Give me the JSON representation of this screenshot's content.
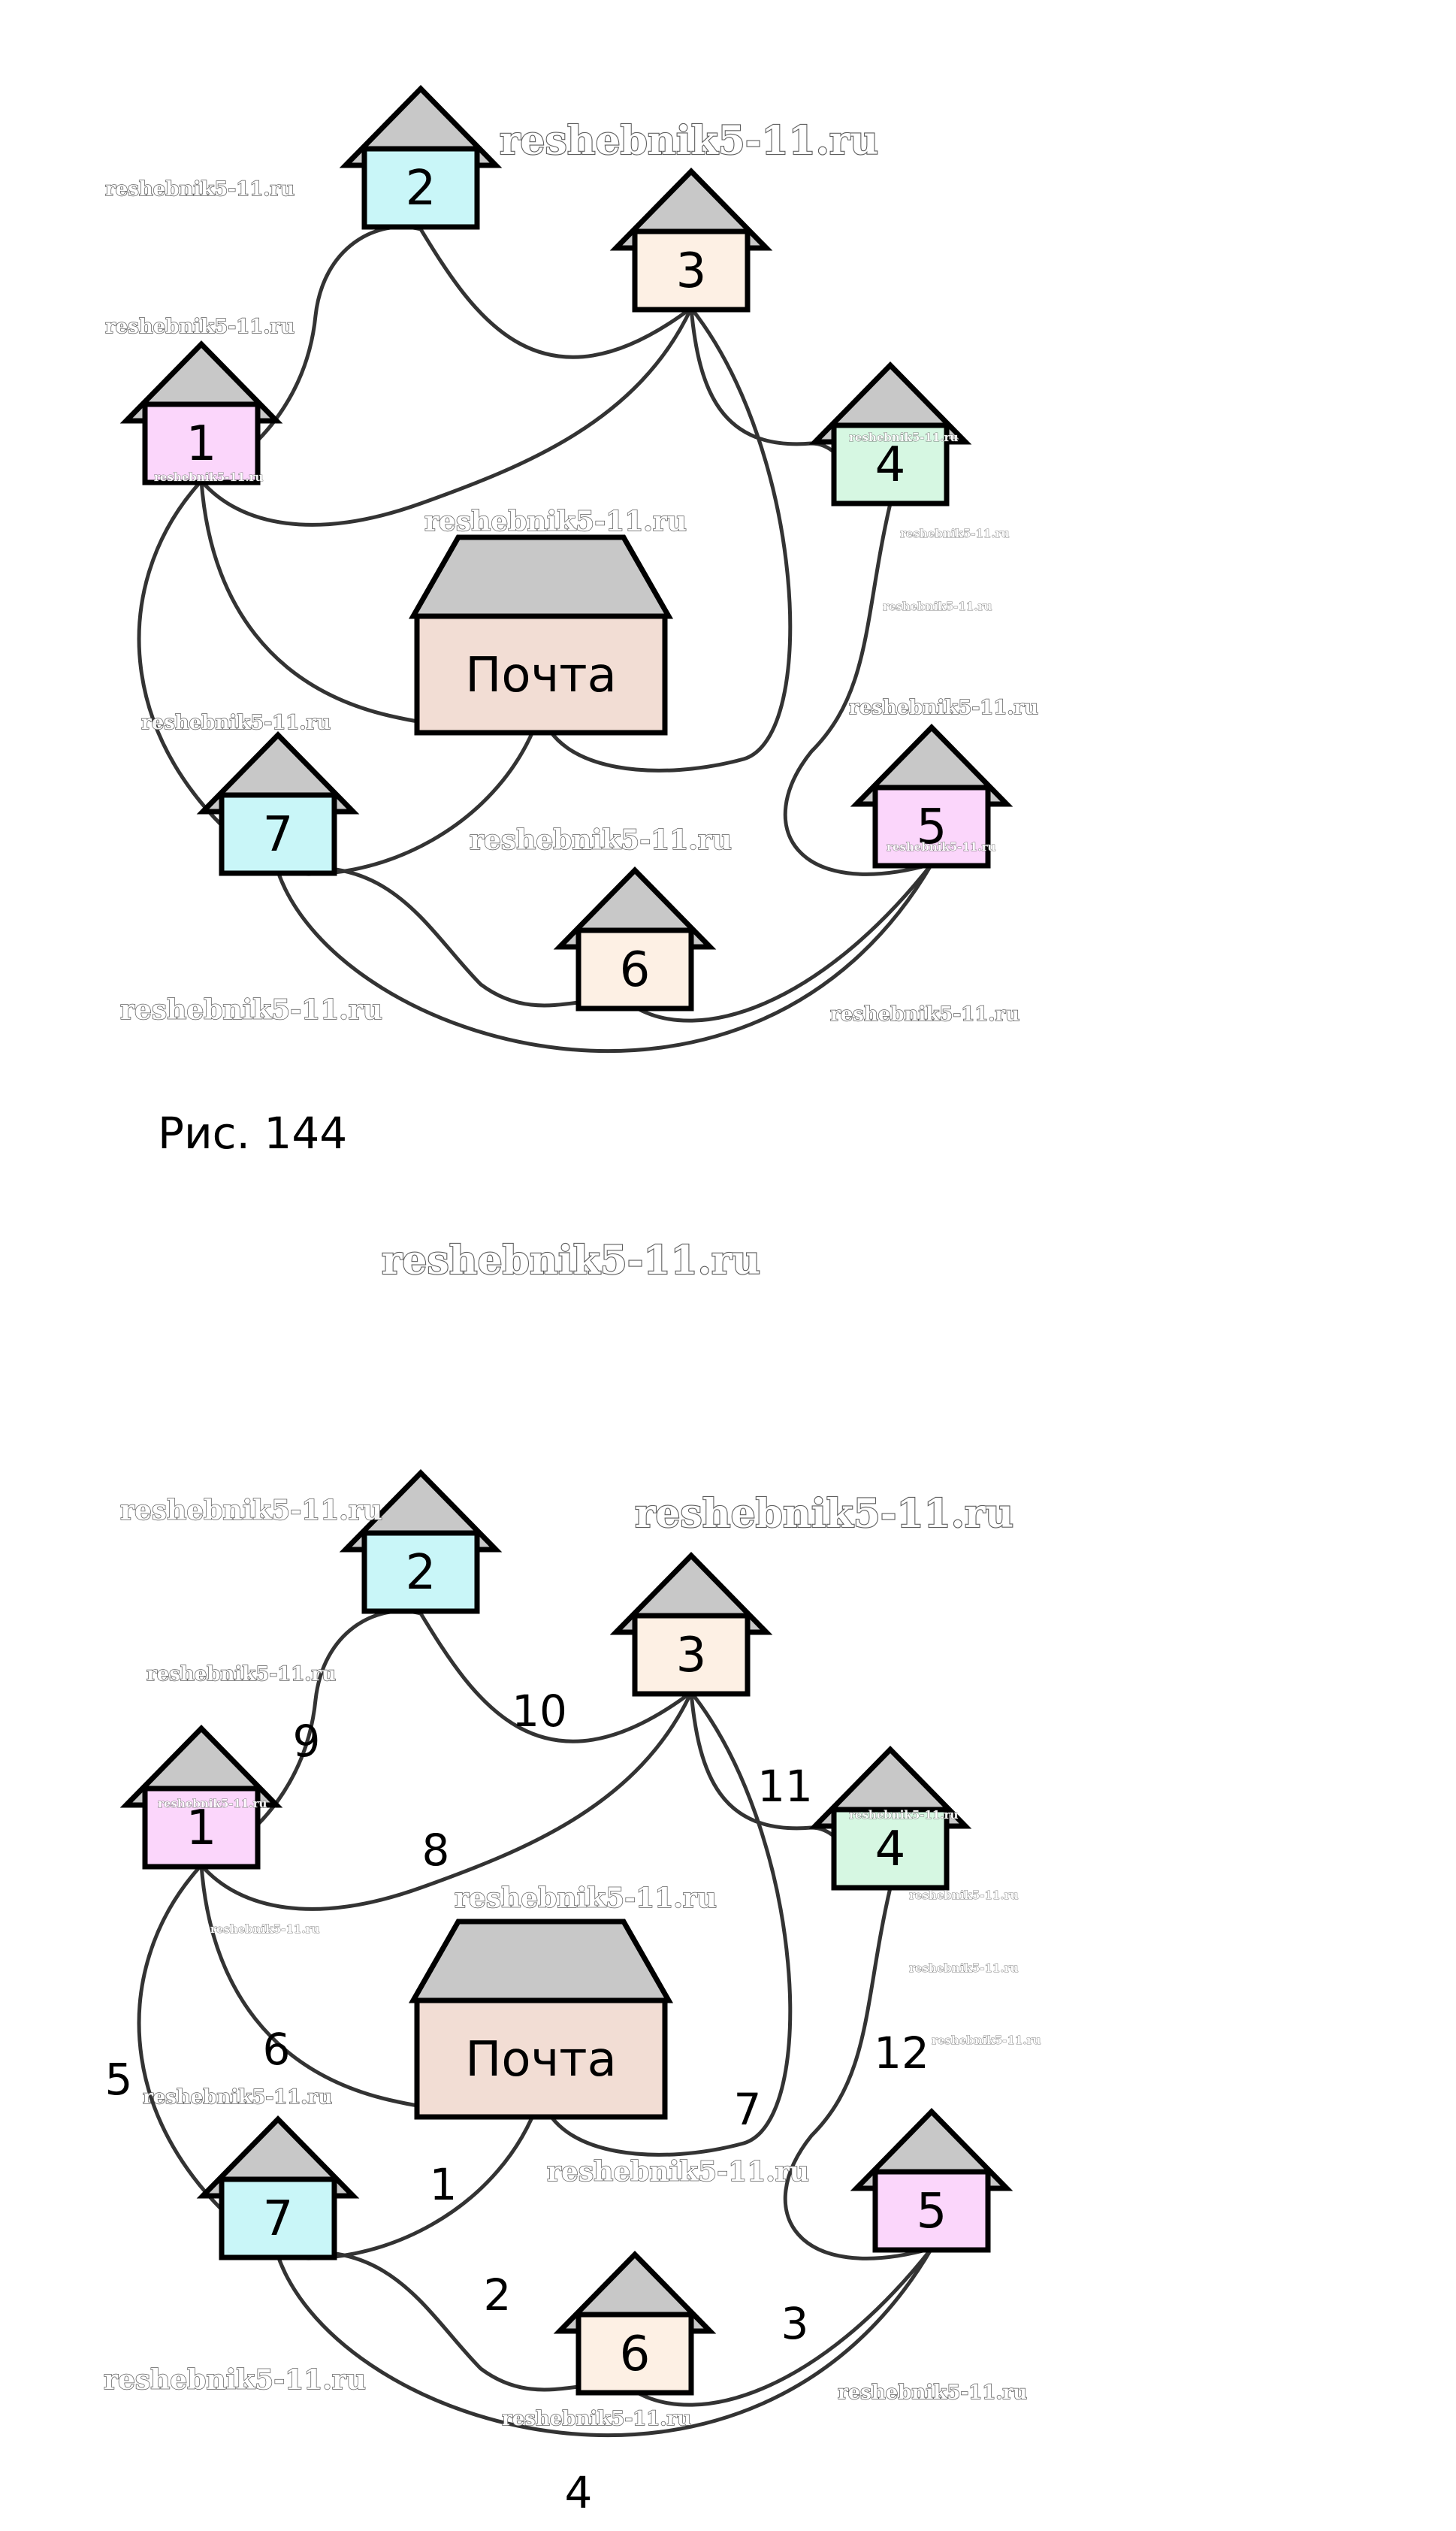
{
  "houses": [
    {
      "id": 1,
      "label": "1",
      "color": "#fbd6fb"
    },
    {
      "id": 2,
      "label": "2",
      "color": "#c9f6f8"
    },
    {
      "id": 3,
      "label": "3",
      "color": "#fdf0e4"
    },
    {
      "id": 4,
      "label": "4",
      "color": "#d6f7e2"
    },
    {
      "id": 5,
      "label": "5",
      "color": "#fbd6fb"
    },
    {
      "id": 6,
      "label": "6",
      "color": "#fdf0e4"
    },
    {
      "id": 7,
      "label": "7",
      "color": "#c9f6f8"
    }
  ],
  "post_office": {
    "label": "Почта",
    "color": "#f2ddd4"
  },
  "roof_color": "#c8c8c8",
  "figure_caption": "Рис. 144",
  "edge_labels": [
    "1",
    "2",
    "3",
    "4",
    "5",
    "6",
    "7",
    "8",
    "9",
    "10",
    "11",
    "12"
  ],
  "watermark_text": "reshebnik5-11.ru"
}
